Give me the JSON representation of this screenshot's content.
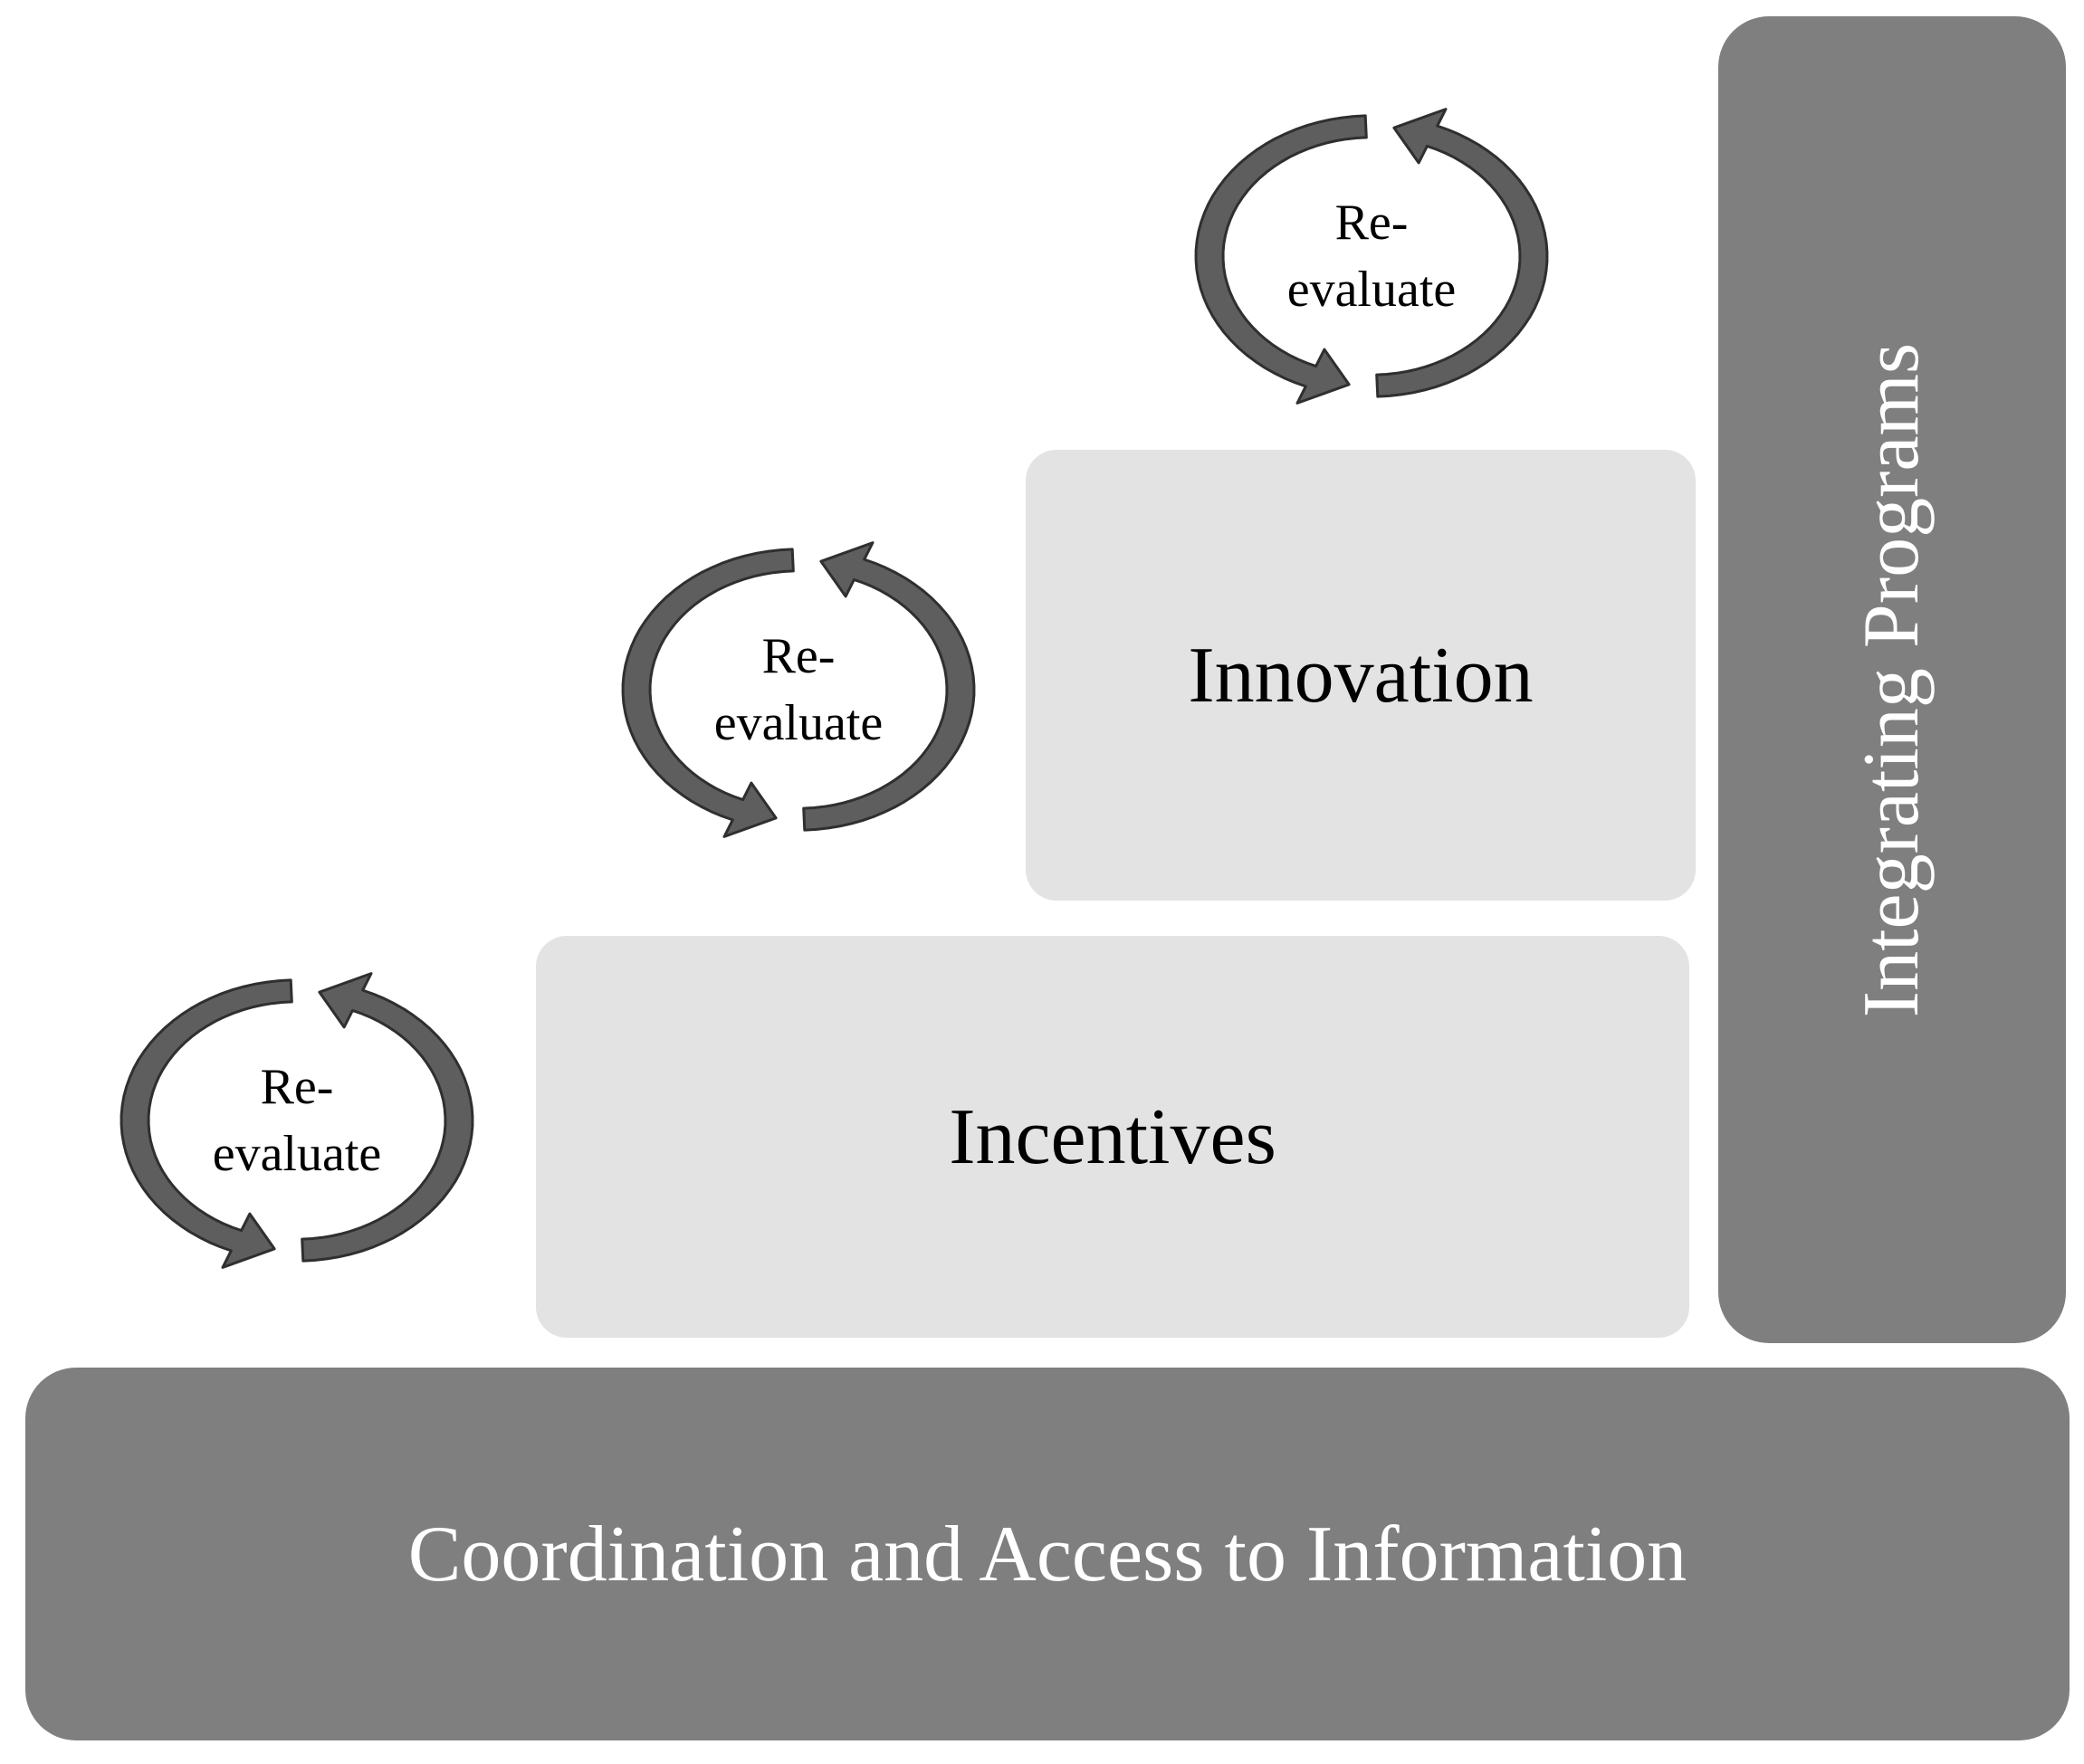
{
  "foundation": {
    "label": "Coordination and Access to Information"
  },
  "pillar": {
    "label": "Integrating Programs"
  },
  "steps": {
    "incentives": "Incentives",
    "innovation": "Innovation"
  },
  "cycles": [
    {
      "line1": "Re-",
      "line2": "evaluate"
    },
    {
      "line1": "Re-",
      "line2": "evaluate"
    },
    {
      "line1": "Re-",
      "line2": "evaluate"
    }
  ],
  "colors": {
    "dark_fill": "#7f7f7f",
    "light_fill": "#e3e3e3",
    "arrow_fill": "#5e5e5e",
    "arrow_stroke": "#2f2f2f"
  }
}
